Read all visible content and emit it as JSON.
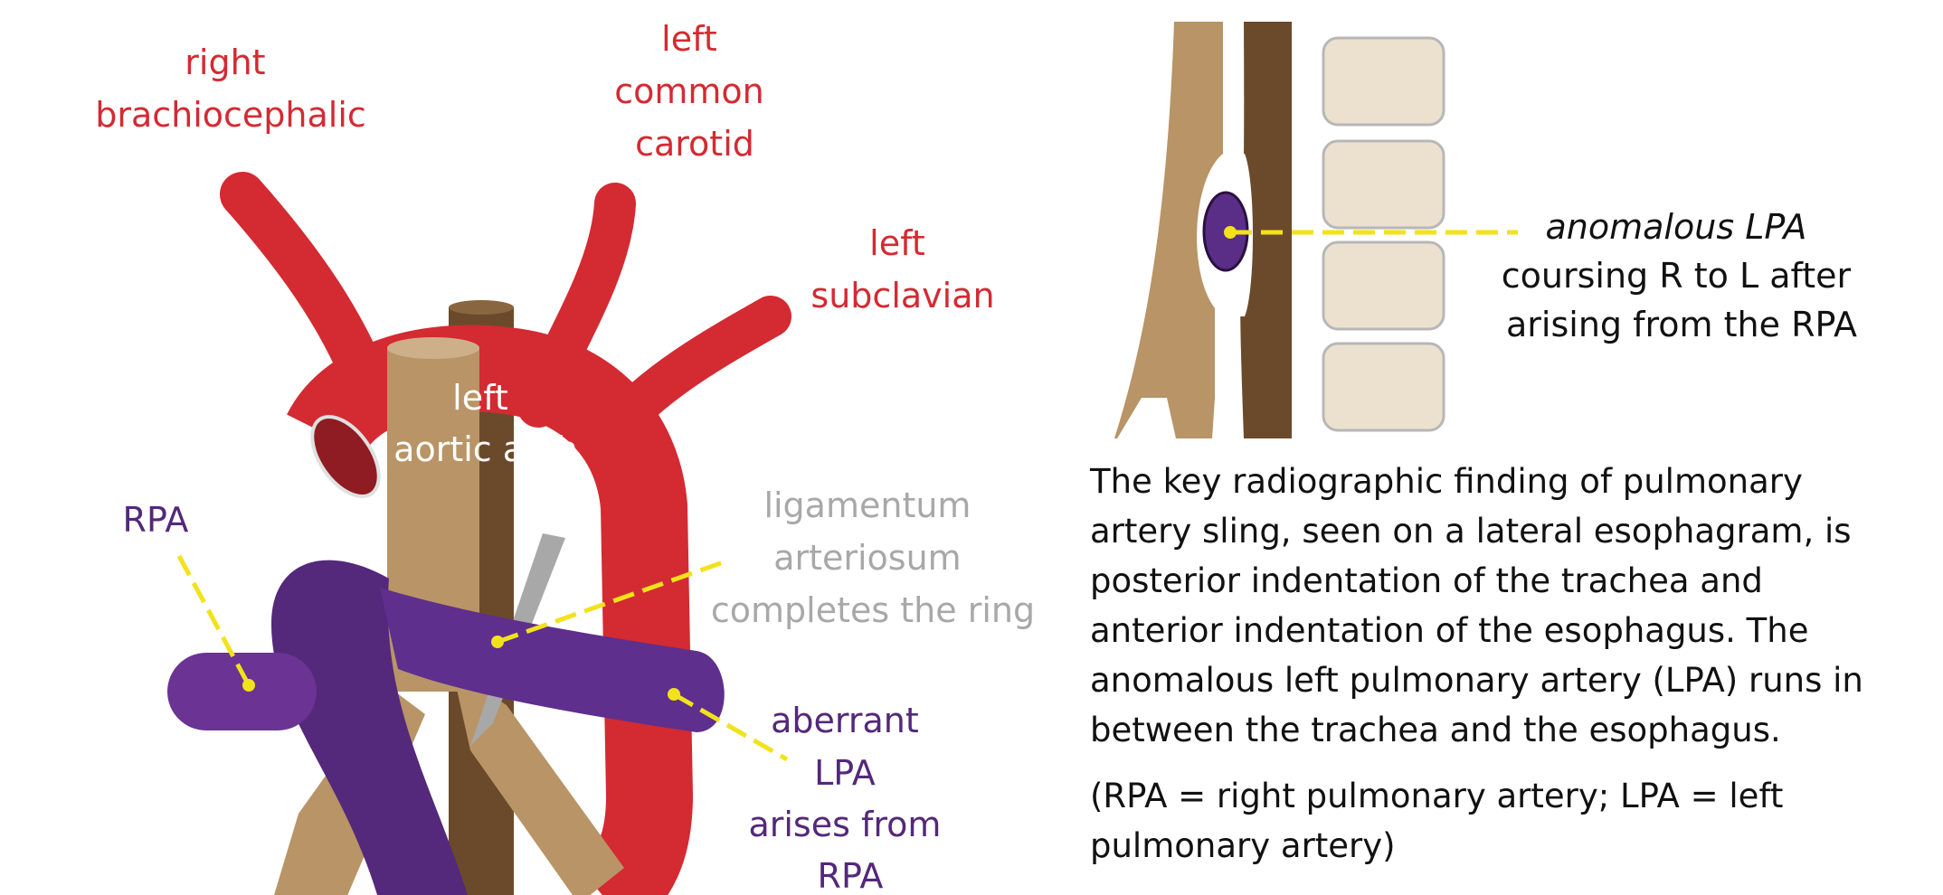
{
  "labels": {
    "right_brachiocephalic": [
      "right",
      "brachiocephalic"
    ],
    "left_common_carotid": [
      "left",
      "common",
      "carotid"
    ],
    "left_subclavian": [
      "left",
      "subclavian"
    ],
    "left_aortic_arch": [
      "left",
      "aortic arch"
    ],
    "rpa": "RPA",
    "ligamentum": [
      "ligamentum",
      "arteriosum",
      "completes the ring"
    ],
    "aberrant_lpa": [
      "aberrant",
      "LPA",
      "arises from",
      "RPA"
    ]
  },
  "lateral_view": {
    "anomalous": "anomalous LPA",
    "line2": "coursing R to L after",
    "line3": "arising from the RPA"
  },
  "description": {
    "paragraph": "The key radiographic finding of pulmonary artery sling, seen on a lateral esophagram, is posterior indentation of the trachea and anterior indentation of the esophagus. The anomalous left pulmonary artery (LPA) runs in between the trachea and the esophagus.",
    "abbreviations": "(RPA = right pulmonary artery; LPA = left pulmonary artery)"
  },
  "colors": {
    "artery_red": "#d42a32",
    "pa_purple": "#54287a",
    "trachea_tan": "#b89466",
    "esophagus_brown": "#6b4a2b",
    "ligament_grey": "#a8a8a8",
    "leader_yellow": "#f2e21a",
    "vertebra": "#ece1cf"
  }
}
